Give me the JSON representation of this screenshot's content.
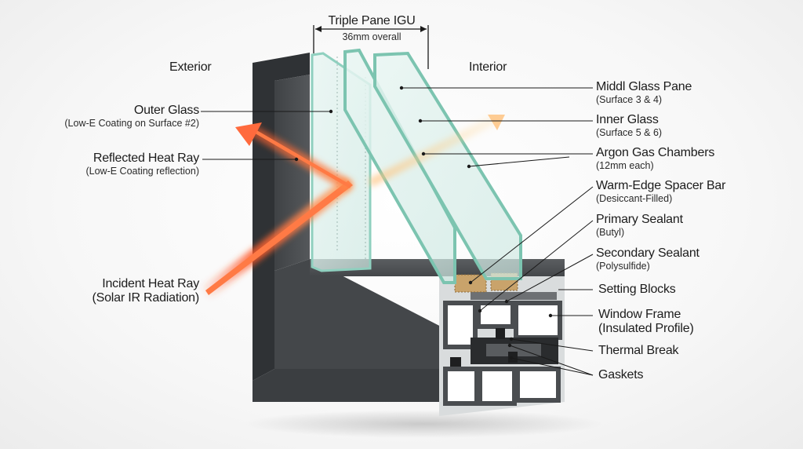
{
  "dimension": {
    "title": "Triple Pane IGU",
    "subtitle": "36mm overall"
  },
  "sides": {
    "exterior": "Exterior",
    "interior": "Interior"
  },
  "left_labels": [
    {
      "title": "Outer Glass",
      "sub": "(Low-E Coating on Surface #2)"
    },
    {
      "title": "Reflected Heat Ray",
      "sub": "(Low-E Coating reflection)"
    },
    {
      "title": "Incident Heat Ray",
      "sub": "(Solar IR Radiation)"
    }
  ],
  "right_labels": [
    {
      "title": "Middl Glass Pane",
      "sub": "(Surface 3 & 4)"
    },
    {
      "title": "Inner Glass",
      "sub": "(Surface 5 & 6)"
    },
    {
      "title": "Argon Gas Chambers",
      "sub": "(12mm each)"
    },
    {
      "title": "Warm-Edge Spacer Bar",
      "sub": "(Desiccant-Filled)"
    },
    {
      "title": "Primary Sealant",
      "sub": "(Butyl)"
    },
    {
      "title": "Secondary Sealant",
      "sub": "(Polysulfide)"
    },
    {
      "title": "Setting Blocks",
      "sub": ""
    },
    {
      "title": "Window Frame",
      "sub": "(Insulated Profile)"
    },
    {
      "title": "Thermal Break",
      "sub": ""
    },
    {
      "title": "Gaskets",
      "sub": ""
    }
  ],
  "colors": {
    "frame": "#4a4d50",
    "frame_dark": "#2e3033",
    "glass_edge": "#8fd0bf",
    "heat_ray": "#ff6a3d",
    "leader": "#1a1a1a"
  }
}
